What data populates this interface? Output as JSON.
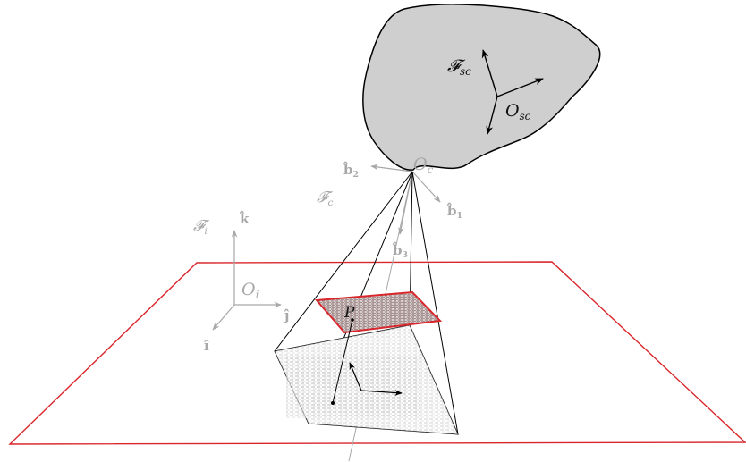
{
  "colors": {
    "body_fill": "#cfcfcf",
    "outline": "#000000",
    "plane": "#d9262b",
    "inertial_frame": "#a8a8a8",
    "camera_frame": "#a8a8a8",
    "texture": "#444444"
  },
  "labels": {
    "spacecraft_frame": {
      "main": "𝓕",
      "sub": "sc"
    },
    "spacecraft_origin": {
      "main": "O",
      "sub": "sc"
    },
    "camera_origin": {
      "main": "O",
      "sub": "c"
    },
    "camera_frame": {
      "main": "𝓕",
      "sub": "c"
    },
    "b1": {
      "main": "b̂",
      "sub": "1"
    },
    "b2": {
      "main": "b̂",
      "sub": "2"
    },
    "b3": {
      "main": "b̂",
      "sub": "3"
    },
    "inertial_frame": {
      "main": "𝓕",
      "sub": "i"
    },
    "inertial_origin": {
      "main": "O",
      "sub": "i"
    },
    "k_hat": "k̂",
    "j_hat": "ĵ",
    "i_hat": "î",
    "point_p": "P"
  }
}
